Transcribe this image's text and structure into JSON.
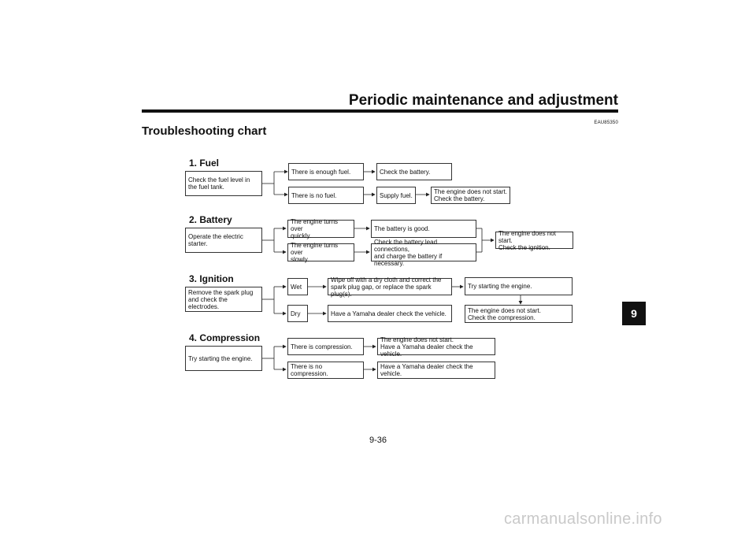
{
  "header": {
    "title": "Periodic maintenance and adjustment"
  },
  "section": {
    "title": "Troubleshooting chart",
    "code": "EAU85350"
  },
  "tab": {
    "label": "9"
  },
  "page": {
    "number": "9-36"
  },
  "watermark": "carmanualsonline.info",
  "fuel": {
    "title": "1. Fuel",
    "start": "Check the fuel level in\nthe fuel tank.",
    "enough": "There is enough fuel.",
    "check_battery": "Check the battery.",
    "no_fuel": "There is no fuel.",
    "supply": "Supply fuel.",
    "not_start": "The engine does not start.\nCheck the battery."
  },
  "battery": {
    "title": "2. Battery",
    "start": "Operate the electric starter.",
    "quick": "The engine turns over\nquickly.",
    "good": "The battery is good.",
    "slow": "The engine turns over\nslowly.",
    "check_leads": "Check the battery lead connections,\nand charge the battery if necessary.",
    "not_start": "The engine does not start.\nCheck the ignition."
  },
  "ignition": {
    "title": "3. Ignition",
    "start": "Remove the spark plug\nand check the electrodes.",
    "wet": "Wet",
    "wipe": "Wipe off with a dry cloth and correct the\nspark plug gap, or replace the spark plug(s).",
    "try": "Try starting the engine.",
    "dry": "Dry",
    "dealer": "Have a Yamaha dealer check the vehicle.",
    "not_start": "The engine does not start.\nCheck the compression."
  },
  "compression": {
    "title": "4. Compression",
    "start": "Try starting the engine.",
    "has": "There is compression.",
    "not_start": "The engine does not start.\nHave a Yamaha dealer check the vehicle.",
    "none": "There is no compression.",
    "dealer": "Have a Yamaha dealer check the vehicle."
  }
}
